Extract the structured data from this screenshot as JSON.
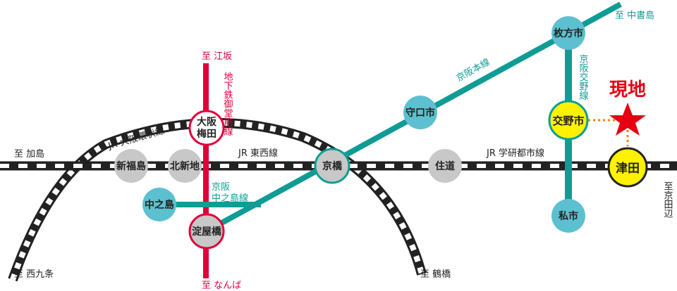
{
  "stations": {
    "shinfukushima": "新福島",
    "kitashinchi": "北新地",
    "kyobashi": "京橋",
    "sumimichi": "住道",
    "tsuda": "津田",
    "osaka_umeda_1": "大阪",
    "osaka_umeda_2": "梅田",
    "nakanoshima": "中之島",
    "yodoyabashi": "淀屋橋",
    "moriguchishi": "守口市",
    "hirakatashi": "枚方市",
    "katanoshi": "交野市",
    "kisaichi": "私市"
  },
  "lines": {
    "jr_loop": "JR 大阪環状線",
    "jr_tozai": "JR 東西線",
    "jr_gakkentoshi": "JR 学研都市線",
    "keihan_main": "京阪本線",
    "keihan_nakanoshima_1": "京阪",
    "keihan_nakanoshima_2": "中之島線",
    "keihan_katano": "京阪交野線",
    "subway_midosuji": "地下鉄御堂筋線"
  },
  "destinations": {
    "kashima": "至 加島",
    "nishikujo": "至 西九条",
    "tsuruhashi": "至 鶴橋",
    "esaka": "至 江坂",
    "namba": "至 なんば",
    "nakashojima": "至 中書島",
    "kyotanabe": "至京田辺"
  },
  "current_location": "現地",
  "colors": {
    "jr": "#222222",
    "keihan": "#0f9c94",
    "subway": "#e0003a",
    "station_grey": "#c8c8c8",
    "station_blue": "#5cc0d0",
    "station_yellow": "#fff200",
    "marker": "#e60012",
    "dotted": "#f08019"
  }
}
